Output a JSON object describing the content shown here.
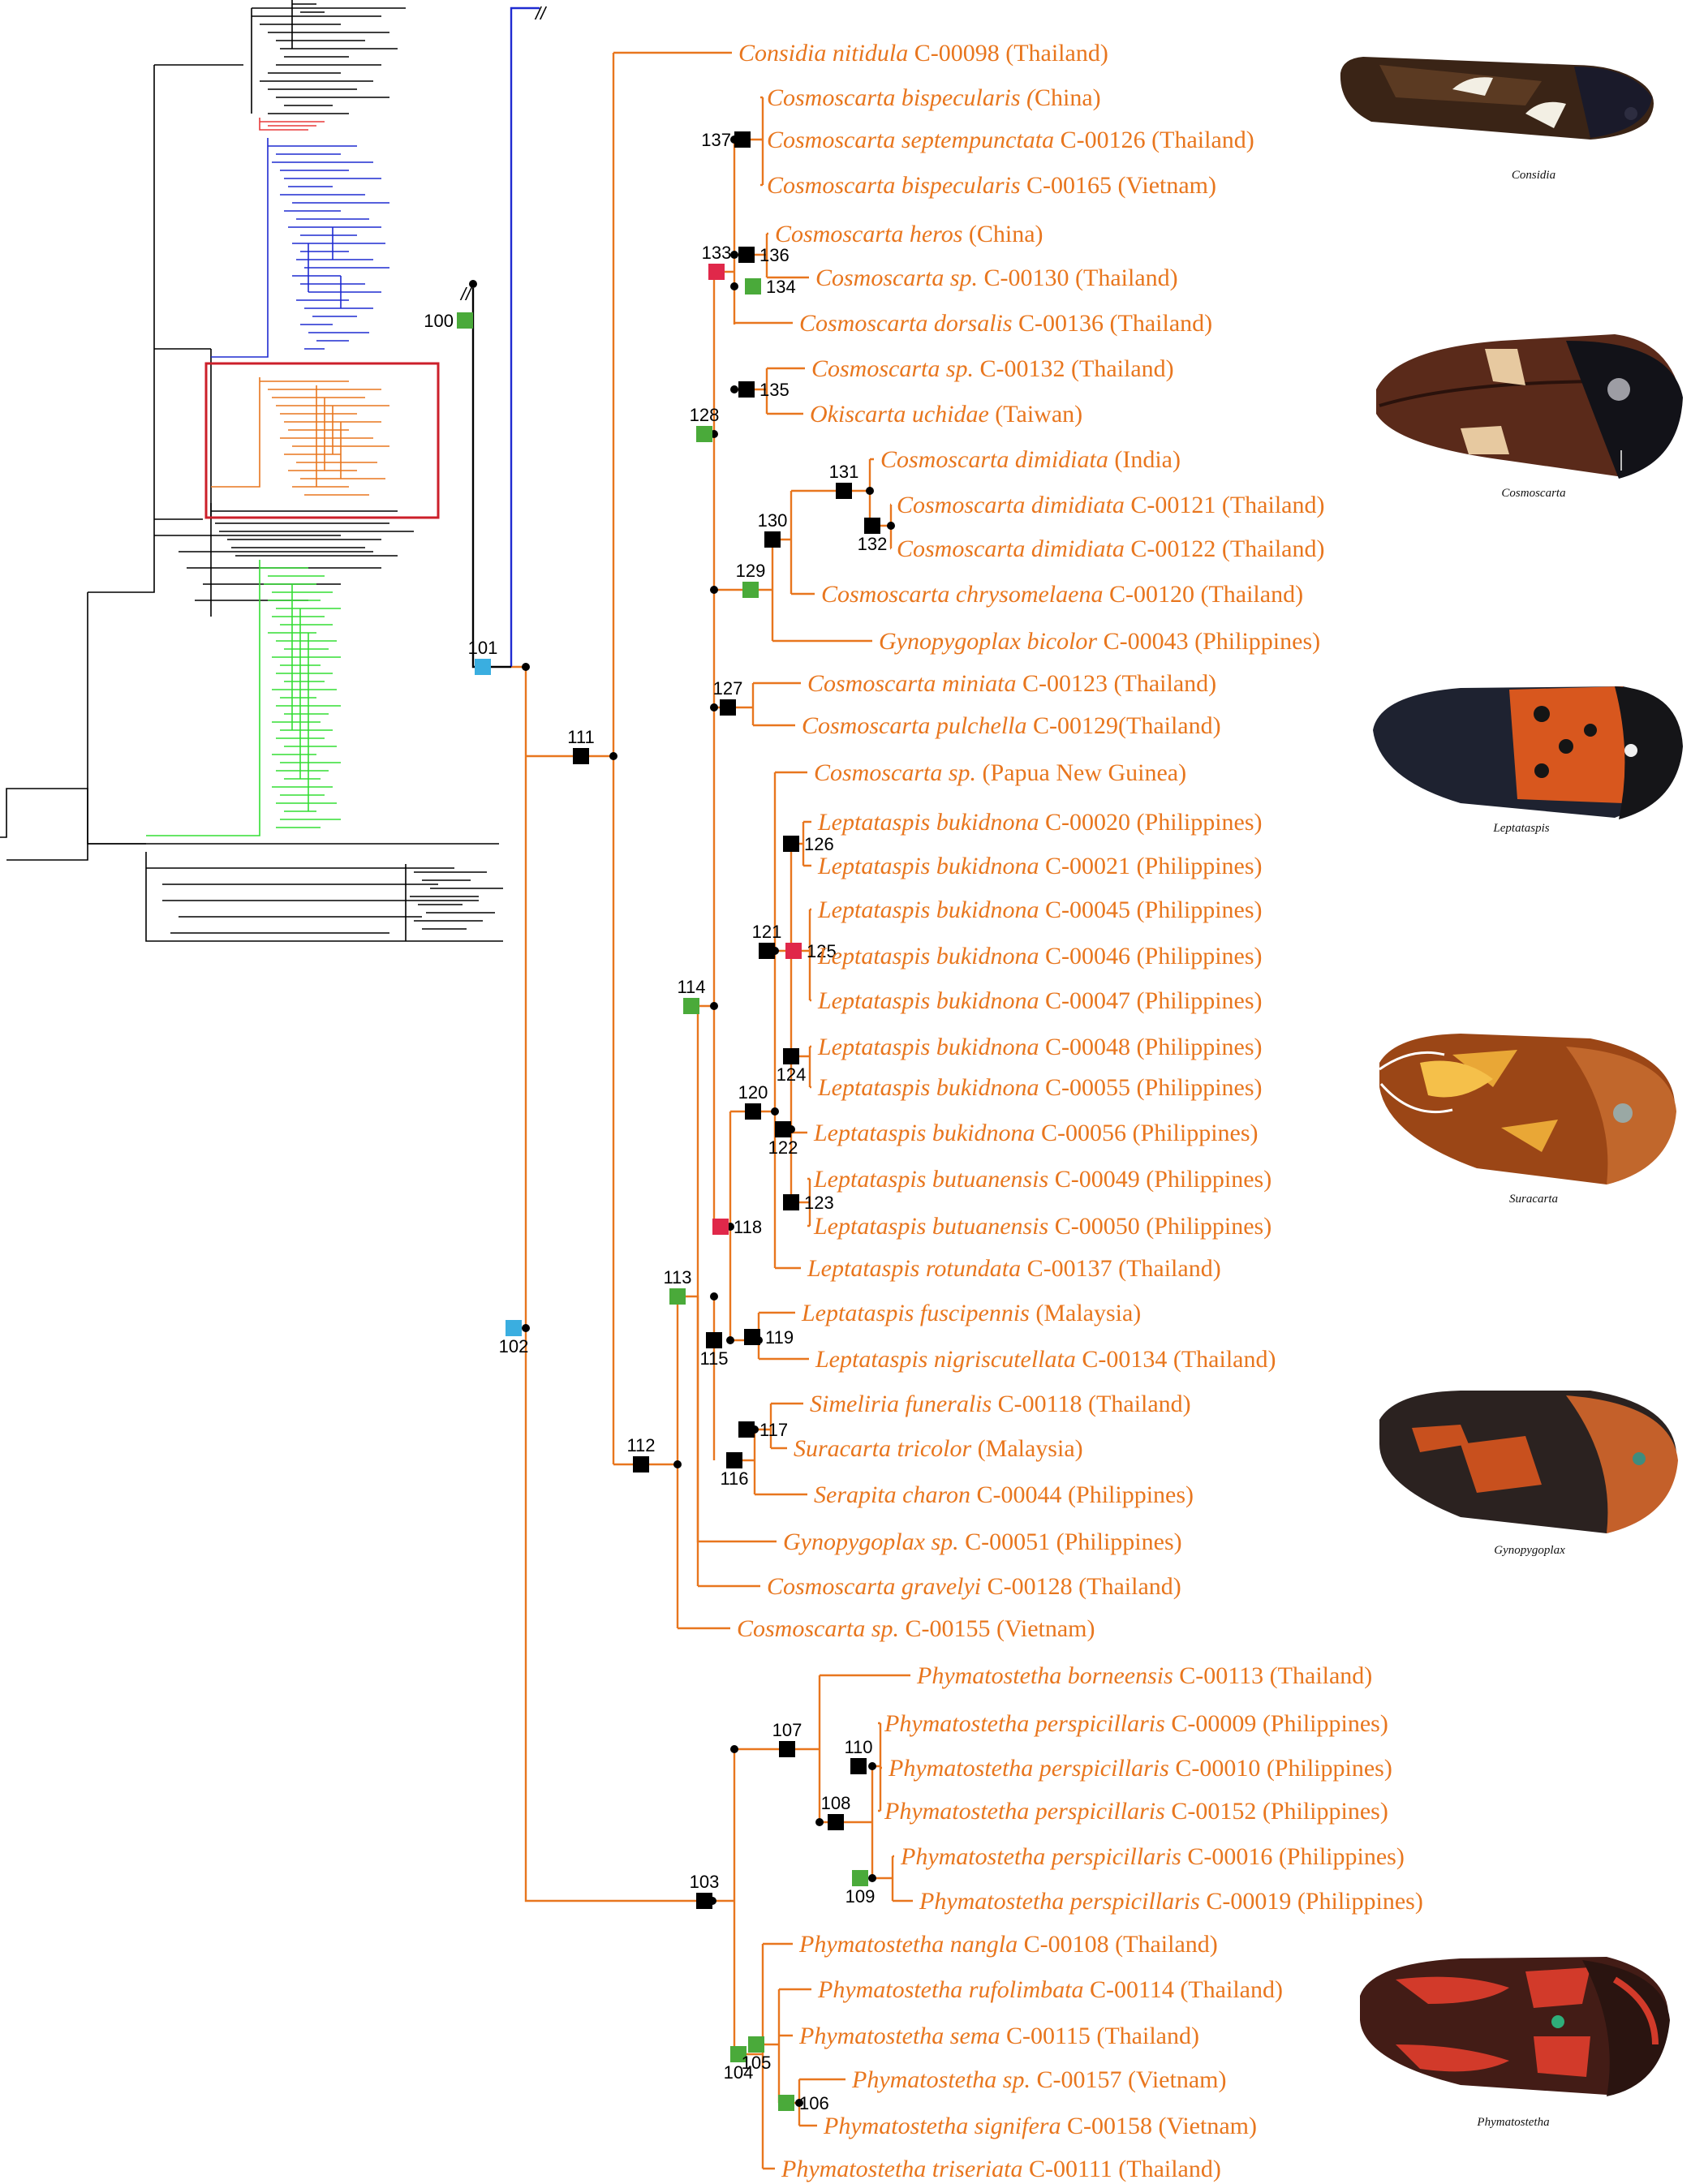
{
  "colors": {
    "tree_orange": "#e8761e",
    "blue_clade": "#1f2bd1",
    "green_clade": "#33dd33",
    "red_clade": "#e83a3a",
    "highlight_box": "#cc1f2a",
    "marker_black": "#000000",
    "marker_green": "#4aaa3a",
    "marker_red": "#e0284a",
    "marker_cyan": "#3aaee0"
  },
  "overview_tree": {
    "description_hidden": true
  },
  "root_break_marks": [
    "//",
    "//"
  ],
  "tips": [
    {
      "id": "t1",
      "genus": "Considia nitidula",
      "rest": " C-00098 (Thailand)"
    },
    {
      "id": "t2",
      "genus": "Cosmoscarta bispecularis (",
      "rest": "China)"
    },
    {
      "id": "t3",
      "genus": "Cosmoscarta septempunctata",
      "rest": " C-00126 (Thailand)"
    },
    {
      "id": "t4",
      "genus": "Cosmoscarta bispecularis",
      "rest": " C-00165 (Vietnam)"
    },
    {
      "id": "t5",
      "genus": "Cosmoscarta heros",
      "rest": " (China)"
    },
    {
      "id": "t6",
      "genus": "Cosmoscarta sp.",
      "rest": " C-00130 (Thailand)"
    },
    {
      "id": "t7",
      "genus": "Cosmoscarta dorsalis",
      "rest": " C-00136 (Thailand)"
    },
    {
      "id": "t8",
      "genus": "Cosmoscarta sp.",
      "rest": " C-00132 (Thailand)"
    },
    {
      "id": "t9",
      "genus": "Okiscarta uchidae",
      "rest": " (Taiwan)"
    },
    {
      "id": "t10",
      "genus": "Cosmoscarta dimidiata",
      "rest": " (India)"
    },
    {
      "id": "t11",
      "genus": "Cosmoscarta dimidiata",
      "rest": " C-00121 (Thailand)"
    },
    {
      "id": "t12",
      "genus": "Cosmoscarta dimidiata",
      "rest": " C-00122 (Thailand)"
    },
    {
      "id": "t13",
      "genus": "Cosmoscarta chrysomelaena",
      "rest": " C-00120 (Thailand)"
    },
    {
      "id": "t14",
      "genus": "Gynopygoplax bicolor",
      "rest": " C-00043 (Philippines)"
    },
    {
      "id": "t15",
      "genus": "Cosmoscarta miniata",
      "rest": " C-00123 (Thailand)"
    },
    {
      "id": "t16",
      "genus": "Cosmoscarta pulchella",
      "rest": " C-00129(Thailand)"
    },
    {
      "id": "t17",
      "genus": "Cosmoscarta sp.",
      "rest": " (Papua New Guinea)"
    },
    {
      "id": "t18",
      "genus": "Leptataspis bukidnona",
      "rest": " C-00020 (Philippines)"
    },
    {
      "id": "t19",
      "genus": "Leptataspis bukidnona",
      "rest": " C-00021 (Philippines)"
    },
    {
      "id": "t20",
      "genus": "Leptataspis bukidnona",
      "rest": " C-00045 (Philippines)"
    },
    {
      "id": "t21",
      "genus": "Leptataspis bukidnona",
      "rest": " C-00046 (Philippines)"
    },
    {
      "id": "t22",
      "genus": "Leptataspis bukidnona",
      "rest": " C-00047 (Philippines)"
    },
    {
      "id": "t23",
      "genus": "Leptataspis bukidnona",
      "rest": " C-00048 (Philippines)"
    },
    {
      "id": "t24",
      "genus": "Leptataspis bukidnona",
      "rest": " C-00055 (Philippines)"
    },
    {
      "id": "t25",
      "genus": "Leptataspis bukidnona",
      "rest": " C-00056 (Philippines)"
    },
    {
      "id": "t26",
      "genus": "Leptataspis butuanensis",
      "rest": " C-00049 (Philippines)"
    },
    {
      "id": "t27",
      "genus": "Leptataspis butuanensis",
      "rest": " C-00050 (Philippines)"
    },
    {
      "id": "t28",
      "genus": "Leptataspis rotundata",
      "rest": " C-00137 (Thailand)"
    },
    {
      "id": "t29",
      "genus": "Leptataspis fuscipennis",
      "rest": " (Malaysia)"
    },
    {
      "id": "t30",
      "genus": "Leptataspis nigriscutellata",
      "rest": " C-00134 (Thailand)"
    },
    {
      "id": "t31",
      "genus": "Simeliria funeralis",
      "rest": " C-00118 (Thailand)"
    },
    {
      "id": "t32",
      "genus": "Suracarta tricolor",
      "rest": " (Malaysia)"
    },
    {
      "id": "t33",
      "genus": "Serapita charon",
      "rest": " C-00044 (Philippines)"
    },
    {
      "id": "t34",
      "genus": "Gynopygoplax sp.",
      "rest": " C-00051 (Philippines)"
    },
    {
      "id": "t35",
      "genus": "Cosmoscarta gravelyi",
      "rest": " C-00128 (Thailand)"
    },
    {
      "id": "t36",
      "genus": "Cosmoscarta sp.",
      "rest": " C-00155 (Vietnam)"
    },
    {
      "id": "t37",
      "genus": "Phymatostetha borneensis",
      "rest": " C-00113 (Thailand)"
    },
    {
      "id": "t38",
      "genus": "Phymatostetha perspicillaris",
      "rest": " C-00009 (Philippines)"
    },
    {
      "id": "t39",
      "genus": "Phymatostetha perspicillaris",
      "rest": " C-00010 (Philippines)"
    },
    {
      "id": "t40",
      "genus": "Phymatostetha perspicillaris",
      "rest": " C-00152 (Philippines)"
    },
    {
      "id": "t41",
      "genus": "Phymatostetha perspicillaris",
      "rest": " C-00016 (Philippines)"
    },
    {
      "id": "t42",
      "genus": "Phymatostetha perspicillaris",
      "rest": " C-00019 (Philippines)"
    },
    {
      "id": "t43",
      "genus": "Phymatostetha nangla",
      "rest": " C-00108 (Thailand)"
    },
    {
      "id": "t44",
      "genus": "Phymatostetha rufolimbata",
      "rest": " C-00114 (Thailand)"
    },
    {
      "id": "t45",
      "genus": "Phymatostetha sema",
      "rest": " C-00115 (Thailand)"
    },
    {
      "id": "t46",
      "genus": "Phymatostetha sp.",
      "rest": " C-00157  (Vietnam)"
    },
    {
      "id": "t47",
      "genus": "Phymatostetha signifera",
      "rest": " C-00158 (Vietnam)"
    },
    {
      "id": "t48",
      "genus": "Phymatostetha triseriata",
      "rest": " C-00111 (Thailand)"
    }
  ],
  "nodes": [
    {
      "id": "100",
      "label": "100",
      "state": "green"
    },
    {
      "id": "101",
      "label": "101",
      "state": "cyan"
    },
    {
      "id": "102",
      "label": "102",
      "state": "cyan"
    },
    {
      "id": "103",
      "label": "103",
      "state": "black"
    },
    {
      "id": "104",
      "label": "104",
      "state": "green"
    },
    {
      "id": "105",
      "label": "105",
      "state": "green"
    },
    {
      "id": "106",
      "label": "106",
      "state": "green"
    },
    {
      "id": "107",
      "label": "107",
      "state": "black"
    },
    {
      "id": "108",
      "label": "108",
      "state": "black"
    },
    {
      "id": "109",
      "label": "109",
      "state": "green"
    },
    {
      "id": "110",
      "label": "110",
      "state": "black"
    },
    {
      "id": "111",
      "label": "111",
      "state": "black"
    },
    {
      "id": "112",
      "label": "112",
      "state": "black"
    },
    {
      "id": "113",
      "label": "113",
      "state": "green"
    },
    {
      "id": "114",
      "label": "114",
      "state": "green"
    },
    {
      "id": "115",
      "label": "115",
      "state": "black"
    },
    {
      "id": "116",
      "label": "116",
      "state": "black"
    },
    {
      "id": "117",
      "label": "117",
      "state": "black"
    },
    {
      "id": "118",
      "label": "118",
      "state": "red"
    },
    {
      "id": "119",
      "label": "119",
      "state": "black"
    },
    {
      "id": "120",
      "label": "120",
      "state": "black"
    },
    {
      "id": "121",
      "label": "121",
      "state": "black"
    },
    {
      "id": "122",
      "label": "122",
      "state": "black"
    },
    {
      "id": "123",
      "label": "123",
      "state": "black"
    },
    {
      "id": "124",
      "label": "124",
      "state": "black"
    },
    {
      "id": "125",
      "label": "125",
      "state": "red"
    },
    {
      "id": "126",
      "label": "126",
      "state": "black"
    },
    {
      "id": "127",
      "label": "127",
      "state": "black"
    },
    {
      "id": "128",
      "label": "128",
      "state": "green"
    },
    {
      "id": "129",
      "label": "129",
      "state": "green"
    },
    {
      "id": "130",
      "label": "130",
      "state": "black"
    },
    {
      "id": "131",
      "label": "131",
      "state": "black"
    },
    {
      "id": "132",
      "label": "132",
      "state": "black"
    },
    {
      "id": "133",
      "label": "133",
      "state": "red"
    },
    {
      "id": "134",
      "label": "134",
      "state": "green"
    },
    {
      "id": "135",
      "label": "135",
      "state": "black"
    },
    {
      "id": "136",
      "label": "136",
      "state": "black"
    },
    {
      "id": "137",
      "label": "137",
      "state": "black"
    }
  ],
  "photo_captions": {
    "considia": "Considia",
    "cosmoscarta": "Cosmoscarta",
    "leptataspis": "Leptataspis",
    "suracarta": "Suracarta",
    "gynopygoplax": "Gynopygoplax",
    "phymatostetha": "Phymatostetha"
  }
}
